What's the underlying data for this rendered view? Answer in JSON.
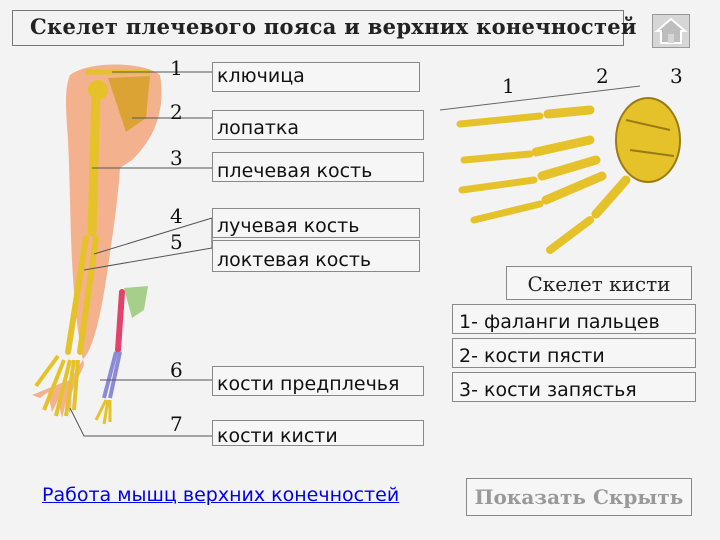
{
  "title": "Скелет плечевого пояса и верхних конечностей",
  "icons": {
    "home": "home-icon"
  },
  "numbers": [
    "1",
    "2",
    "3",
    "4",
    "5",
    "6",
    "7"
  ],
  "labels": {
    "clavicle": "ключица",
    "scapula": "лопатка",
    "humerus": "плечевая кость",
    "radius": "лучевая кость",
    "ulna": "локтевая кость",
    "forearm": "кости предплечья",
    "hand": "кости кисти"
  },
  "hand": {
    "caption": "Скелет кисти",
    "numbers": [
      "1",
      "2",
      "3"
    ],
    "legend": [
      "1- фаланги пальцев",
      "2- кости пясти",
      "3- кости запястья"
    ]
  },
  "link": "Работа мышц верхних конечностей",
  "button": "Показать Скрыть",
  "colors": {
    "bone": "#e6c22a",
    "skin": "#f0a07a",
    "link": "#0000ee"
  }
}
